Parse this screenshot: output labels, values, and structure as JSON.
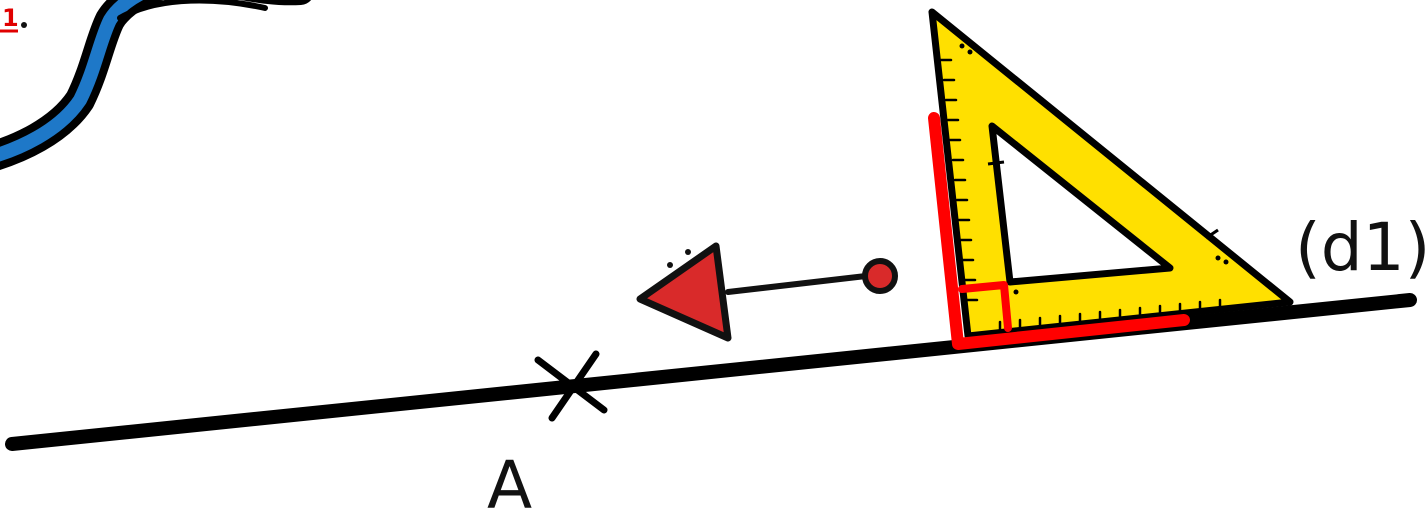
{
  "labels": {
    "point": "A",
    "line": "(d1)",
    "corner_mark": "1"
  },
  "icons": {
    "cloud": "cloud-icon",
    "set_square": "set-square-icon",
    "arrow": "arrow-icon",
    "cross_point": "cross-mark-icon",
    "right_angle": "right-angle-icon"
  },
  "colors": {
    "line": "#000000",
    "set_square_fill": "#FFE000",
    "right_angle_highlight": "#FF0000",
    "arrow_fill": "#D92A2A",
    "cloud_blue": "#1E78C8",
    "corner_mark": "#E00000"
  }
}
